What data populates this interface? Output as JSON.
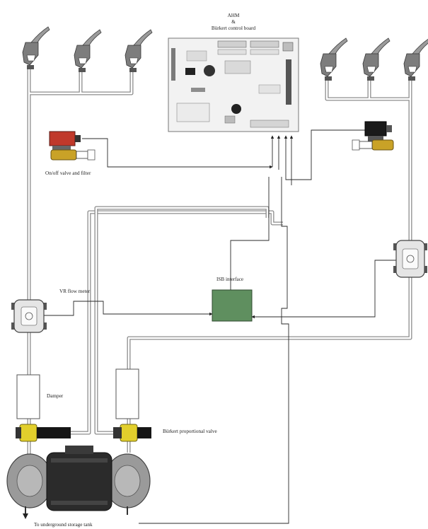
{
  "labels": {
    "ecu_line1": "AHM",
    "ecu_line2": "&",
    "ecu_line3": "Bürkert control board",
    "onoff_valve": "On/off valve and filter",
    "sbi_interface": "ISB interface",
    "vr_flow_meter": "VR flow meter",
    "damper": "Damper",
    "proportional_valve": "Bürkert proportional valve",
    "to_tank": "To underground storage tank"
  },
  "colors": {
    "pipe": "#8c8c8c",
    "interface_box": "#5f8f5f",
    "solenoid_red": "#c0392b",
    "valve_brass": "#c9a227",
    "valve_yellow": "#e2cf2c",
    "pump_body": "#2b2b2b",
    "pump_heads": "#9a9a9a"
  },
  "icons": {
    "nozzle": "fuel-nozzle-icon",
    "meter": "flow-meter-icon",
    "solenoid": "solenoid-valve-icon",
    "pump": "vapour-pump-icon"
  }
}
